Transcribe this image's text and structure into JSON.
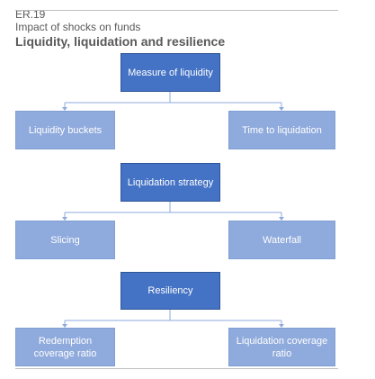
{
  "header": {
    "code": "ER.19",
    "subtitle": "Impact of shocks on funds",
    "title": "Liquidity, liquidation and resilience"
  },
  "diagram": {
    "group1": {
      "parent": "Measure of liquidity",
      "left": "Liquidity buckets",
      "right": "Time to liquidation"
    },
    "group2": {
      "parent": "Liquidation strategy",
      "left": "Slicing",
      "right": "Waterfall"
    },
    "group3": {
      "parent": "Resiliency",
      "left": "Redemption coverage ratio",
      "right": "Liquidation coverage ratio"
    },
    "colors": {
      "parent_fill": "#4472c4",
      "child_fill": "#8faadc",
      "connector": "#8faadc",
      "text": "#595959"
    }
  }
}
